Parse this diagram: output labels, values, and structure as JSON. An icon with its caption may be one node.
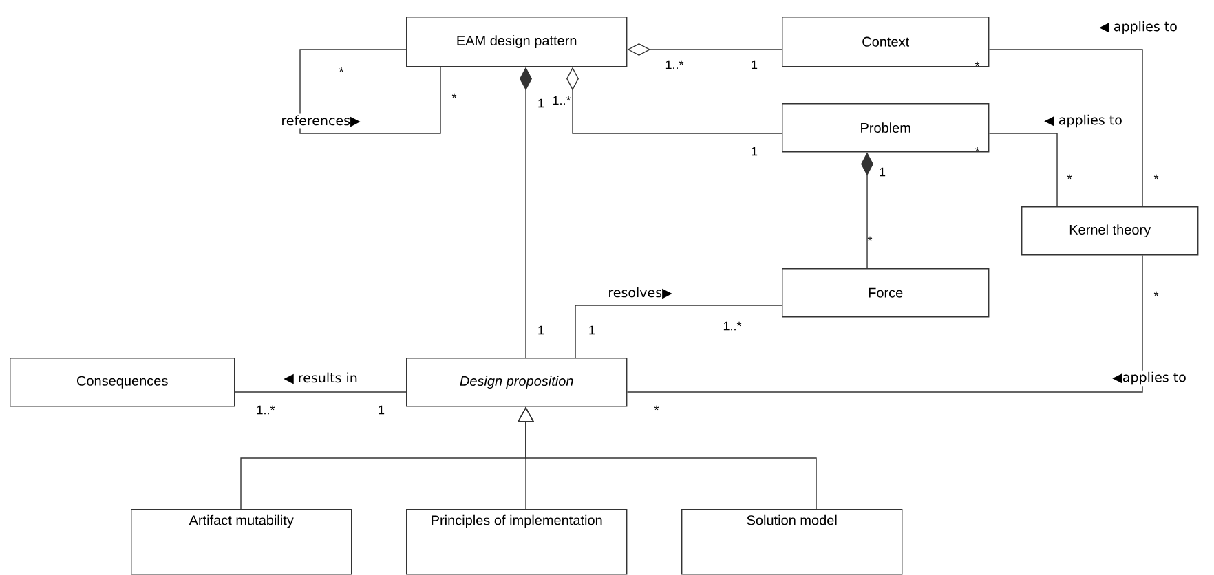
{
  "diagram": {
    "nodes": [
      {
        "text": [
          "EAM design pattern"
        ]
      },
      {
        "text": [
          "Context"
        ]
      },
      {
        "text": [
          "Problem"
        ]
      },
      {
        "text": [
          "Kernel theory"
        ]
      },
      {
        "text": [
          "Force"
        ]
      },
      {
        "text": [
          "Consequences"
        ]
      },
      {
        "text": [
          "Design proposition"
        ]
      },
      {
        "text": [
          "Artifact mutability"
        ]
      },
      {
        "text": [
          "Principles of implementation"
        ]
      },
      {
        "text": [
          "Solution model"
        ]
      }
    ],
    "edges": [
      {
        "from": 0,
        "to": 0,
        "arrow": "none",
        "label": "references▶"
      },
      {
        "from": 0,
        "to": 1,
        "arrow": "other"
      },
      {
        "from": 0,
        "to": 2,
        "arrow": "other"
      },
      {
        "from": 0,
        "to": 6,
        "arrow": "other"
      },
      {
        "from": 2,
        "to": 4,
        "arrow": "other"
      },
      {
        "from": 1,
        "to": 3,
        "arrow": "none",
        "label": "◀ applies to"
      },
      {
        "from": 2,
        "to": 3,
        "arrow": "none",
        "label": "◀ applies to"
      },
      {
        "from": 6,
        "to": 4,
        "arrow": "none",
        "label": "resolves▶"
      },
      {
        "from": 6,
        "to": 5,
        "arrow": "none",
        "label": "◀ results in"
      },
      {
        "from": 6,
        "to": 3,
        "arrow": "none",
        "label": "◀applies to"
      },
      {
        "from": 7,
        "to": 6,
        "arrow": "to"
      },
      {
        "from": 8,
        "to": 6,
        "arrow": "to"
      },
      {
        "from": 9,
        "to": 6,
        "arrow": "to"
      }
    ],
    "labels": [
      "*",
      "*",
      "1",
      "1..*",
      "1..*",
      "1",
      "*",
      "1",
      "*",
      "1",
      "*",
      "*",
      "*",
      "*",
      "1",
      "1",
      "1..*",
      "1..*",
      "1",
      "*"
    ]
  }
}
